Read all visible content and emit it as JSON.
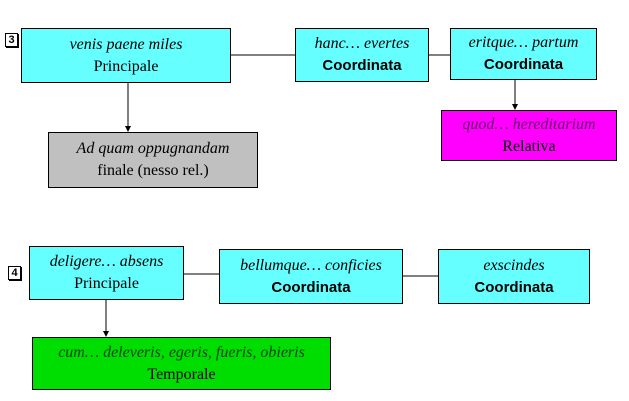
{
  "colors": {
    "coordinate": "#66ffff",
    "relative": "#ff00ff",
    "final": "#c0c0c0",
    "temporal": "#00dd00",
    "text_on_relative": "#660066",
    "text_on_temporal": "#004400"
  },
  "group3": {
    "number": "3",
    "principale": {
      "text": "venis paene miles",
      "label": "Principale"
    },
    "coord1": {
      "text": "hanc… evertes",
      "label": "Coordinata"
    },
    "coord2": {
      "text": "eritque… partum",
      "label": "Coordinata"
    },
    "finale": {
      "text": "Ad quam oppugnandam",
      "label": "finale (nesso rel.)"
    },
    "relativa": {
      "text": "quod… hereditarium",
      "label": "Relativa"
    }
  },
  "group4": {
    "number": "4",
    "principale": {
      "text": "deligere… absens",
      "label": "Principale"
    },
    "coord1": {
      "text": "bellumque… conficies",
      "label": "Coordinata"
    },
    "coord2": {
      "text": "exscindes",
      "label": "Coordinata"
    },
    "temporale": {
      "text": "cum… deleveris, egeris, fueris, obieris",
      "label": "Temporale"
    }
  }
}
